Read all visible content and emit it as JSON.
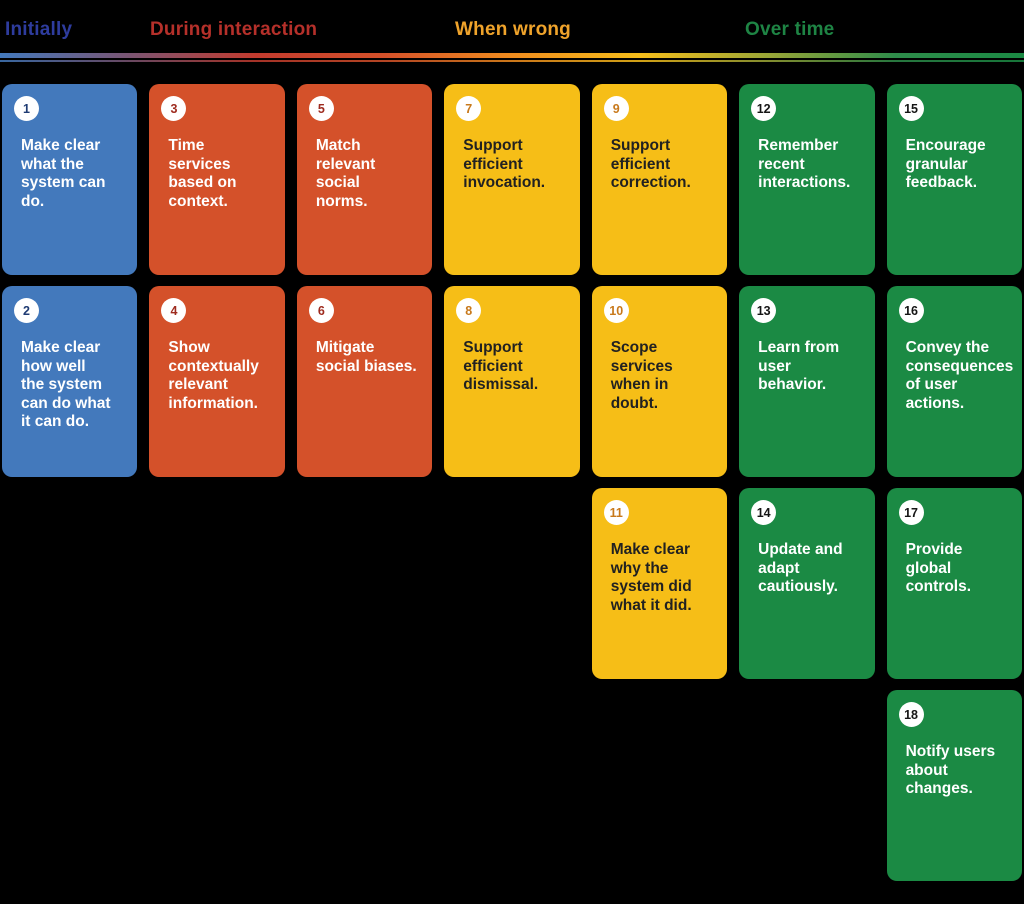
{
  "background_color": "#000000",
  "legend": {
    "headers": [
      {
        "id": "initially",
        "label": "Initially",
        "color": "#2E3C9E"
      },
      {
        "id": "during-interaction",
        "label": "During interaction",
        "color": "#B5302A"
      },
      {
        "id": "when-wrong",
        "label": "When wrong",
        "color": "#EFA32B"
      },
      {
        "id": "over-time",
        "label": "Over time",
        "color": "#1E8444"
      }
    ],
    "gradient_colors": [
      "#4379BC",
      "#7A5573",
      "#C23B2E",
      "#D4512A",
      "#EF8C1E",
      "#F5BD1A",
      "#9AA637",
      "#2E8C4A",
      "#1B8A44"
    ]
  },
  "card_styles": {
    "initially": {
      "bg": "#4379BC",
      "text": "#FFFFFF",
      "number": "#1F3B73"
    },
    "during-interaction": {
      "bg": "#D4512A",
      "text": "#FFFFFF",
      "number": "#9E2B1F"
    },
    "when-wrong": {
      "bg": "#F6BE17",
      "text": "#212121",
      "number": "#C8791B"
    },
    "over-time": {
      "bg": "#1B8A44",
      "text": "#FFFFFF",
      "number": "#151515"
    }
  },
  "cards": [
    {
      "number": "1",
      "category": "initially",
      "col": 1,
      "row": 1,
      "text": "Make clear\nwhat the\nsystem can\ndo."
    },
    {
      "number": "2",
      "category": "initially",
      "col": 1,
      "row": 2,
      "text": "Make clear\nhow well\nthe system\ncan do what\nit can do."
    },
    {
      "number": "3",
      "category": "during-interaction",
      "col": 2,
      "row": 1,
      "text": "Time\nservices\nbased on\ncontext."
    },
    {
      "number": "4",
      "category": "during-interaction",
      "col": 2,
      "row": 2,
      "text": "Show\ncontextually\nrelevant\ninformation."
    },
    {
      "number": "5",
      "category": "during-interaction",
      "col": 3,
      "row": 1,
      "text": "Match\nrelevant\nsocial\nnorms."
    },
    {
      "number": "6",
      "category": "during-interaction",
      "col": 3,
      "row": 2,
      "text": "Mitigate\nsocial biases."
    },
    {
      "number": "7",
      "category": "when-wrong",
      "col": 4,
      "row": 1,
      "text": "Support\nefficient\ninvocation."
    },
    {
      "number": "8",
      "category": "when-wrong",
      "col": 4,
      "row": 2,
      "text": "Support\nefficient\ndismissal."
    },
    {
      "number": "9",
      "category": "when-wrong",
      "col": 5,
      "row": 1,
      "text": "Support\nefficient\ncorrection."
    },
    {
      "number": "10",
      "category": "when-wrong",
      "col": 5,
      "row": 2,
      "text": "Scope\nservices\nwhen in\ndoubt."
    },
    {
      "number": "11",
      "category": "when-wrong",
      "col": 5,
      "row": 3,
      "text": "Make clear\nwhy the\nsystem did\nwhat it did."
    },
    {
      "number": "12",
      "category": "over-time",
      "col": 6,
      "row": 1,
      "text": "Remember\nrecent\ninteractions."
    },
    {
      "number": "13",
      "category": "over-time",
      "col": 6,
      "row": 2,
      "text": "Learn from\nuser\nbehavior."
    },
    {
      "number": "14",
      "category": "over-time",
      "col": 6,
      "row": 3,
      "text": "Update and\nadapt\ncautiously."
    },
    {
      "number": "15",
      "category": "over-time",
      "col": 7,
      "row": 1,
      "text": "Encourage\ngranular\nfeedback."
    },
    {
      "number": "16",
      "category": "over-time",
      "col": 7,
      "row": 2,
      "text": "Convey the\nconsequences\nof user\nactions."
    },
    {
      "number": "17",
      "category": "over-time",
      "col": 7,
      "row": 3,
      "text": "Provide\nglobal\ncontrols."
    },
    {
      "number": "18",
      "category": "over-time",
      "col": 7,
      "row": 4,
      "text": "Notify users\nabout\nchanges."
    }
  ]
}
